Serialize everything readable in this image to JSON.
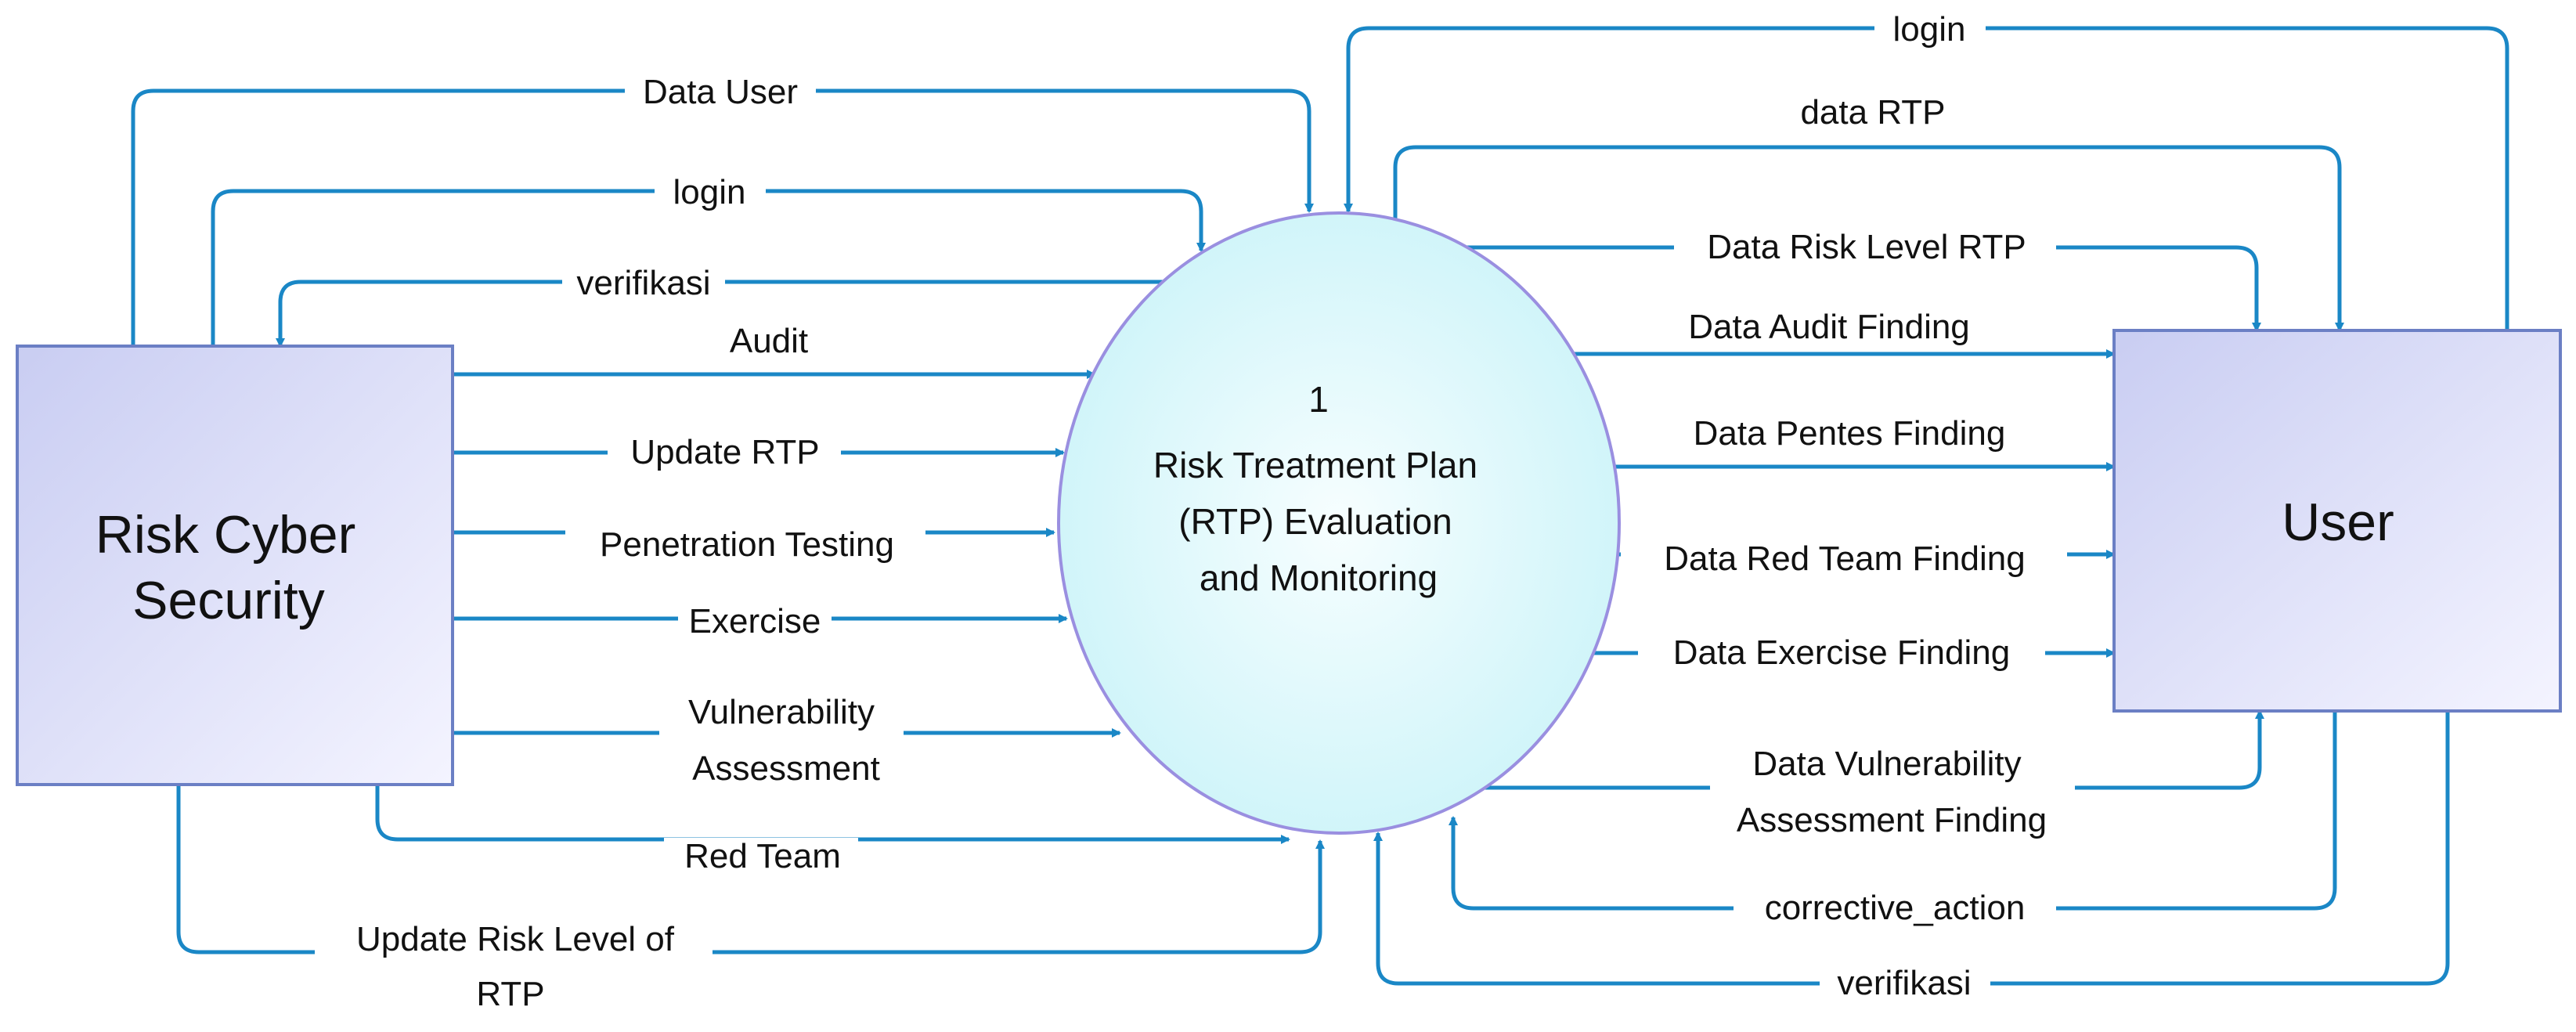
{
  "entities": {
    "left": {
      "lines": [
        "Risk Cyber",
        "Security"
      ]
    },
    "right": {
      "lines": [
        "User"
      ]
    }
  },
  "process": {
    "number": "1",
    "lines": [
      "Risk Treatment Plan",
      "(RTP) Evaluation",
      "and Monitoring"
    ]
  },
  "flows": [
    {
      "label": [
        "Data User"
      ],
      "from": "Risk Cyber Security",
      "to": "process"
    },
    {
      "label": [
        "login"
      ],
      "from": "Risk Cyber Security",
      "to": "process"
    },
    {
      "label": [
        "verifikasi"
      ],
      "from": "process",
      "to": "Risk Cyber Security"
    },
    {
      "label": [
        "Audit"
      ],
      "from": "Risk Cyber Security",
      "to": "process"
    },
    {
      "label": [
        "Update RTP"
      ],
      "from": "Risk Cyber Security",
      "to": "process"
    },
    {
      "label": [
        "Penetration Testing"
      ],
      "from": "Risk Cyber Security",
      "to": "process"
    },
    {
      "label": [
        "Exercise"
      ],
      "from": "Risk Cyber Security",
      "to": "process"
    },
    {
      "label": [
        "Vulnerability",
        "Assessment"
      ],
      "from": "Risk Cyber Security",
      "to": "process"
    },
    {
      "label": [
        "Red Team"
      ],
      "from": "Risk Cyber Security",
      "to": "process"
    },
    {
      "label": [
        "Update Risk Level of",
        "RTP"
      ],
      "from": "Risk Cyber Security",
      "to": "process"
    },
    {
      "label": [
        "login"
      ],
      "from": "User",
      "to": "process"
    },
    {
      "label": [
        "data RTP"
      ],
      "from": "process",
      "to": "User"
    },
    {
      "label": [
        "Data Risk Level RTP"
      ],
      "from": "process",
      "to": "User"
    },
    {
      "label": [
        "Data Audit Finding"
      ],
      "from": "process",
      "to": "User"
    },
    {
      "label": [
        "Data Pentes Finding"
      ],
      "from": "process",
      "to": "User"
    },
    {
      "label": [
        "Data Red Team Finding"
      ],
      "from": "process",
      "to": "User"
    },
    {
      "label": [
        "Data Exercise Finding"
      ],
      "from": "process",
      "to": "User"
    },
    {
      "label": [
        "Data Vulnerability",
        "Assessment Finding"
      ],
      "from": "process",
      "to": "User"
    },
    {
      "label": [
        "corrective_action"
      ],
      "from": "User",
      "to": "process"
    },
    {
      "label": [
        "verifikasi"
      ],
      "from": "User",
      "to": "process"
    }
  ],
  "colors": {
    "flow_line": "#1a87c6",
    "entity_fill_light": "#f4f4ff",
    "entity_fill_dark": "#c9cdf2",
    "entity_border": "#6b7fc4",
    "process_fill": "#d6f7fb",
    "process_border": "#9a8fe0"
  }
}
